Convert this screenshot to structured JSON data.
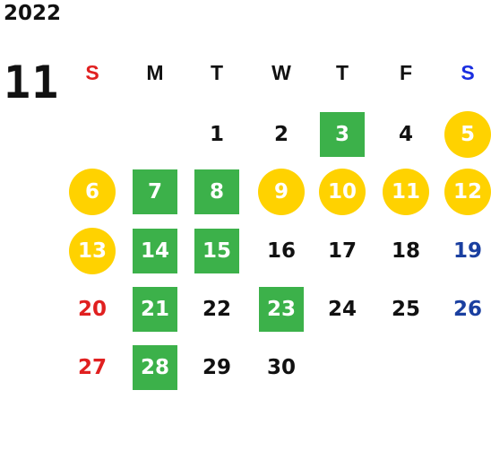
{
  "year": "2022",
  "month": "11",
  "colors": {
    "sunday": "#e02020",
    "saturday": "#1a3fa0",
    "green_highlight": "#3cb14a",
    "yellow_highlight": "#ffd200",
    "sunday_header": "#e02020",
    "saturday_header": "#1a2ee0"
  },
  "weekdays": [
    "S",
    "M",
    "T",
    "W",
    "T",
    "F",
    "S"
  ],
  "weeks": [
    [
      null,
      null,
      {
        "day": "1"
      },
      {
        "day": "2"
      },
      {
        "day": "3",
        "mark": "green"
      },
      {
        "day": "4"
      },
      {
        "day": "5",
        "mark": "yellow"
      }
    ],
    [
      {
        "day": "6",
        "mark": "yellow"
      },
      {
        "day": "7",
        "mark": "green"
      },
      {
        "day": "8",
        "mark": "green"
      },
      {
        "day": "9",
        "mark": "yellow"
      },
      {
        "day": "10",
        "mark": "yellow"
      },
      {
        "day": "11",
        "mark": "yellow"
      },
      {
        "day": "12",
        "mark": "yellow"
      }
    ],
    [
      {
        "day": "13",
        "mark": "yellow"
      },
      {
        "day": "14",
        "mark": "green"
      },
      {
        "day": "15",
        "mark": "green"
      },
      {
        "day": "16"
      },
      {
        "day": "17"
      },
      {
        "day": "18"
      },
      {
        "day": "19"
      }
    ],
    [
      {
        "day": "20"
      },
      {
        "day": "21",
        "mark": "green"
      },
      {
        "day": "22"
      },
      {
        "day": "23",
        "mark": "green"
      },
      {
        "day": "24"
      },
      {
        "day": "25"
      },
      {
        "day": "26"
      }
    ],
    [
      {
        "day": "27"
      },
      {
        "day": "28",
        "mark": "green"
      },
      {
        "day": "29"
      },
      {
        "day": "30"
      },
      null,
      null,
      null
    ]
  ]
}
